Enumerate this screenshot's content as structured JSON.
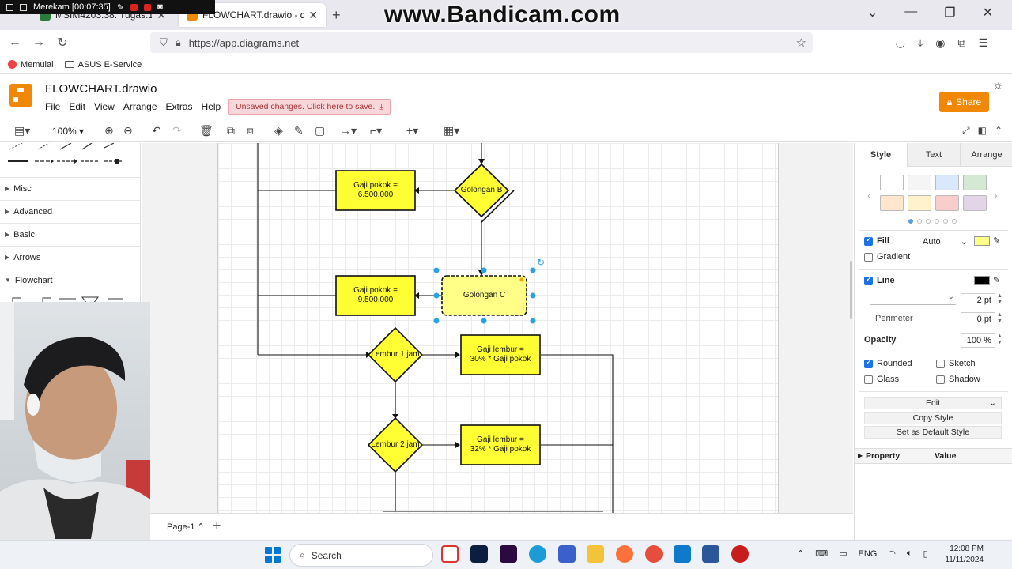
{
  "recorder": {
    "label": "Merekam [00:07:35]"
  },
  "watermark": "www.Bandicam.com",
  "tabs": [
    {
      "title": "MSIM4203.38. Tugas.1",
      "fav_color": "#2b7a3b"
    },
    {
      "title": "FLOWCHART.drawio - draw.io",
      "fav_color": "#f08705"
    }
  ],
  "address": {
    "url": "https://app.diagrams.net"
  },
  "bookmarks": [
    "Memulai",
    "ASUS E-Service"
  ],
  "app": {
    "file_title": "FLOWCHART.drawio",
    "menu": [
      "File",
      "Edit",
      "View",
      "Arrange",
      "Extras",
      "Help"
    ],
    "unsaved": "Unsaved changes. Click here to save.",
    "share": "Share",
    "zoom": "100%"
  },
  "sidebar": {
    "categories": [
      "Misc",
      "Advanced",
      "Basic",
      "Arrows",
      "Flowchart"
    ]
  },
  "diagram": {
    "nodes": [
      {
        "id": "gaji-b",
        "label": "Gaji pokok =\n6.500.000"
      },
      {
        "id": "golongan-b",
        "label": "Golongan B"
      },
      {
        "id": "gaji-c",
        "label": "Gaji pokok =\n9.500.000"
      },
      {
        "id": "golongan-c",
        "label": "Golongan C"
      },
      {
        "id": "lembur-1",
        "label": "Lembur 1 jam"
      },
      {
        "id": "gaji-lembur-1",
        "label": "Gaji lembur =\n30% * Gaji pokok"
      },
      {
        "id": "lembur-2",
        "label": "Lembur 2 jam"
      },
      {
        "id": "gaji-lembur-2",
        "label": "Gaji lembur =\n32% * Gaji pokok"
      }
    ],
    "colors": {
      "fill": "#ffff33",
      "selected_fill": "#ffff88",
      "handle": "#29a3e0"
    }
  },
  "page_tab": "Page-1",
  "format_panel": {
    "tabs": [
      "Style",
      "Text",
      "Arrange"
    ],
    "swatches": [
      "#ffffff",
      "#f5f5f5",
      "#dae8fc",
      "#d5e8d4",
      "#ffe6cc",
      "#fff2cc",
      "#f8cecc",
      "#e1d5e7"
    ],
    "fill_label": "Fill",
    "fill_mode": "Auto",
    "fill_color": "#ffff88",
    "gradient_label": "Gradient",
    "line_label": "Line",
    "line_color": "#000000",
    "line_width": "2 pt",
    "perimeter_label": "Perimeter",
    "perimeter_value": "0 pt",
    "opacity_label": "Opacity",
    "opacity_value": "100 %",
    "rounded": "Rounded",
    "sketch": "Sketch",
    "glass": "Glass",
    "shadow": "Shadow",
    "edit": "Edit",
    "copy_style": "Copy Style",
    "default_style": "Set as Default Style",
    "property": "Property",
    "value": "Value"
  },
  "taskbar": {
    "search": "Search",
    "lang": "ENG",
    "time": "12:08 PM",
    "date": "11/11/2024"
  }
}
